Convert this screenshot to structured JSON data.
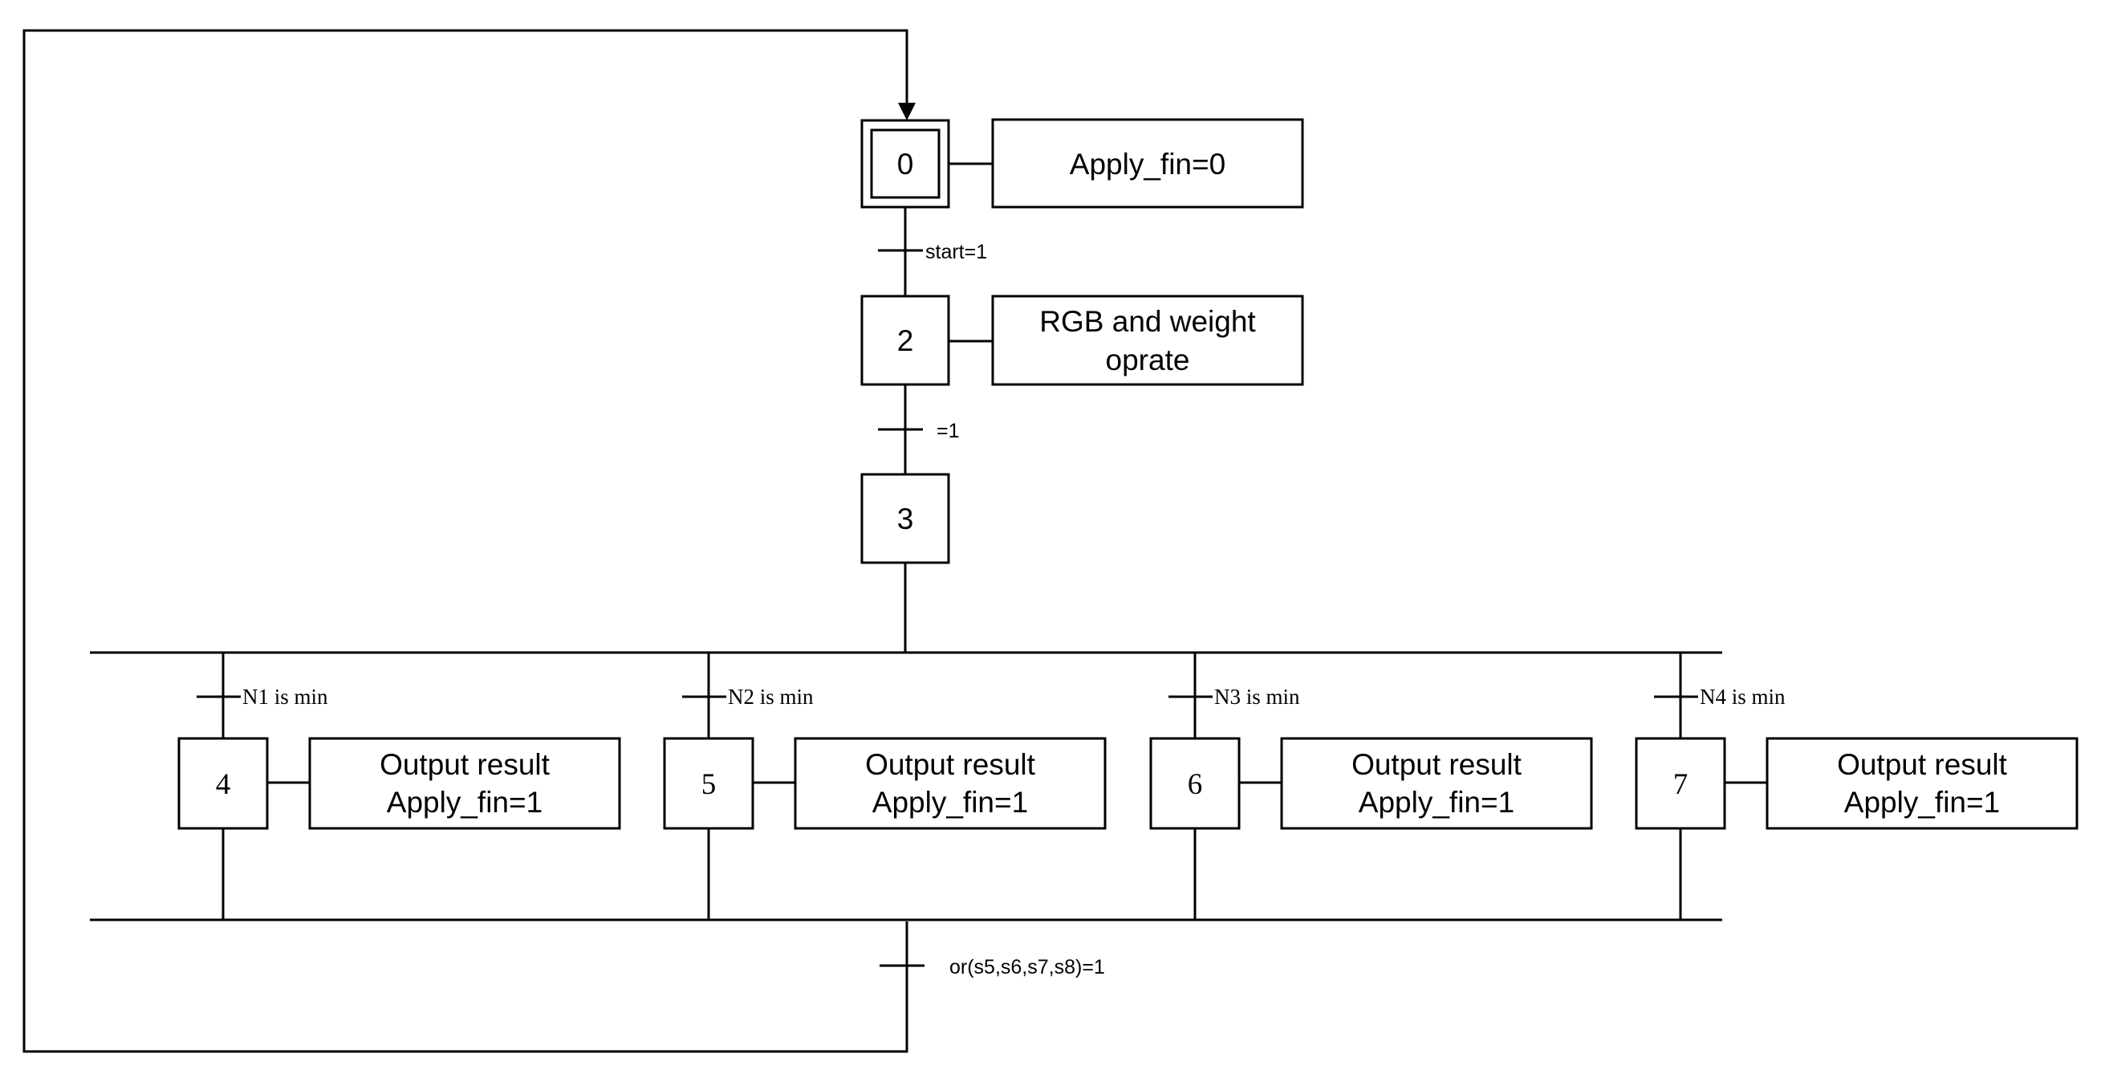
{
  "steps": {
    "s0": "0",
    "s2": "2",
    "s3": "3",
    "s4": "4",
    "s5": "5",
    "s6": "6",
    "s7": "7"
  },
  "actions": {
    "a0": "Apply_fin=0",
    "a2_line1": "RGB and weight",
    "a2_line2": "oprate",
    "a4_line1": "Output result",
    "a4_line2": "Apply_fin=1",
    "a5_line1": "Output result",
    "a5_line2": "Apply_fin=1",
    "a6_line1": "Output result",
    "a6_line2": "Apply_fin=1",
    "a7_line1": "Output result",
    "a7_line2": "Apply_fin=1"
  },
  "transitions": {
    "t0_2": "start=1",
    "t2_3": "=1",
    "t_n1": "N1 is min",
    "t_n2": "N2 is min",
    "t_n3": "N3 is min",
    "t_n4": "N4 is min",
    "t_return": "or(s5,s6,s7,s8)=1"
  }
}
